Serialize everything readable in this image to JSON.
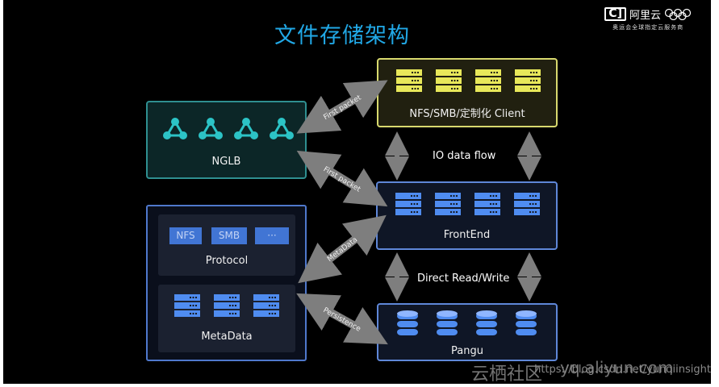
{
  "title": "文件存储架构",
  "logo": {
    "mark": "C]",
    "brand": "阿里云",
    "tagline": "奥运会全球指定云服务商"
  },
  "nodes": {
    "client": {
      "label": "NFS/SMB/定制化 Client"
    },
    "nglb": {
      "label": "NGLB"
    },
    "frontend": {
      "label": "FrontEnd"
    },
    "pangu": {
      "label": "Pangu"
    },
    "protocol": {
      "label": "Protocol",
      "chips": [
        "NFS",
        "SMB",
        "···"
      ]
    },
    "metadata": {
      "label": "MetaData"
    }
  },
  "arrows": {
    "client_nglb": "First packet",
    "frontend_nglb": "First packet",
    "frontend_metadata": "MetaData",
    "pangu_metadata": "Persistence"
  },
  "flows": {
    "io": "IO data flow",
    "direct": "Direct Read/Write"
  },
  "watermark": {
    "site": "云栖社区",
    "domain": "yq.aliyun.com",
    "url": "https://blog.csdn.net/yunqiinsight"
  },
  "colors": {
    "title": "#21a8e6",
    "client": "#e8e85a",
    "nglb": "#2cc3c6",
    "blue": "#4f8cf0"
  }
}
